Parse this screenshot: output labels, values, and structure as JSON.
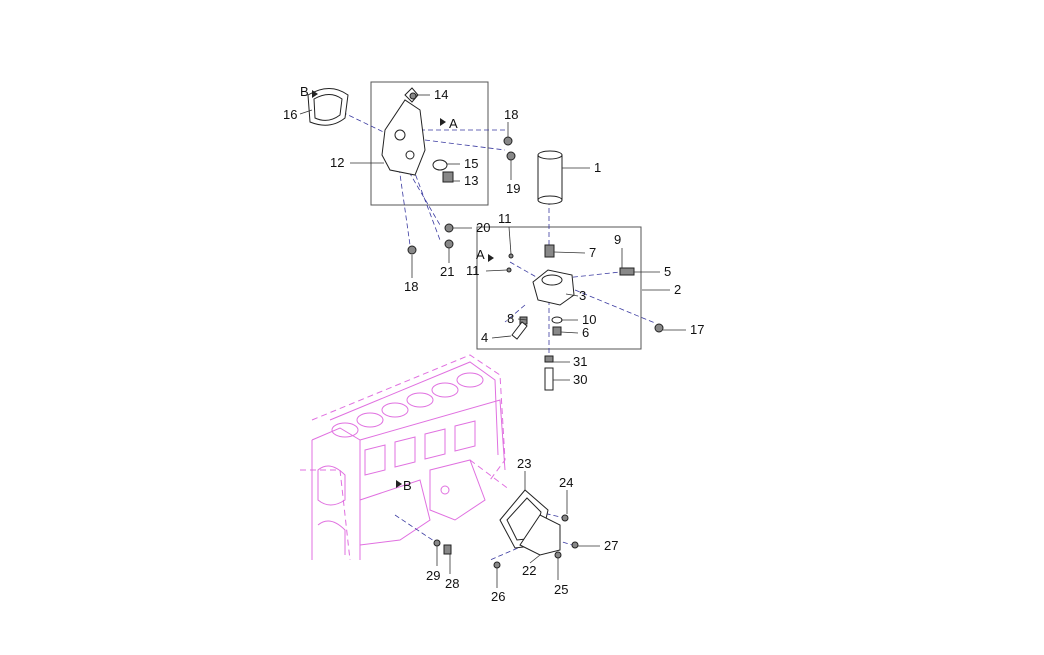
{
  "callouts": {
    "p1": "1",
    "p2": "2",
    "p3": "3",
    "p4": "4",
    "p5": "5",
    "p6": "6",
    "p7": "7",
    "p8": "8",
    "p9": "9",
    "p10": "10",
    "p11a": "11",
    "p11b": "11",
    "p12": "12",
    "p13": "13",
    "p14": "14",
    "p15": "15",
    "p16": "16",
    "p17": "17",
    "p18a": "18",
    "p18b": "18",
    "p19": "19",
    "p20": "20",
    "p21": "21",
    "p22": "22",
    "p23": "23",
    "p24": "24",
    "p25": "25",
    "p26": "26",
    "p27": "27",
    "p28": "28",
    "p29": "29",
    "p30": "30",
    "p31": "31"
  },
  "refs": {
    "b_top": "B",
    "a_top": "A",
    "a_mid": "A",
    "b_block": "B"
  },
  "colors": {
    "engine_block": "#e070e0",
    "leader": "#333333",
    "dashed_connector": "#3a3aa0"
  }
}
